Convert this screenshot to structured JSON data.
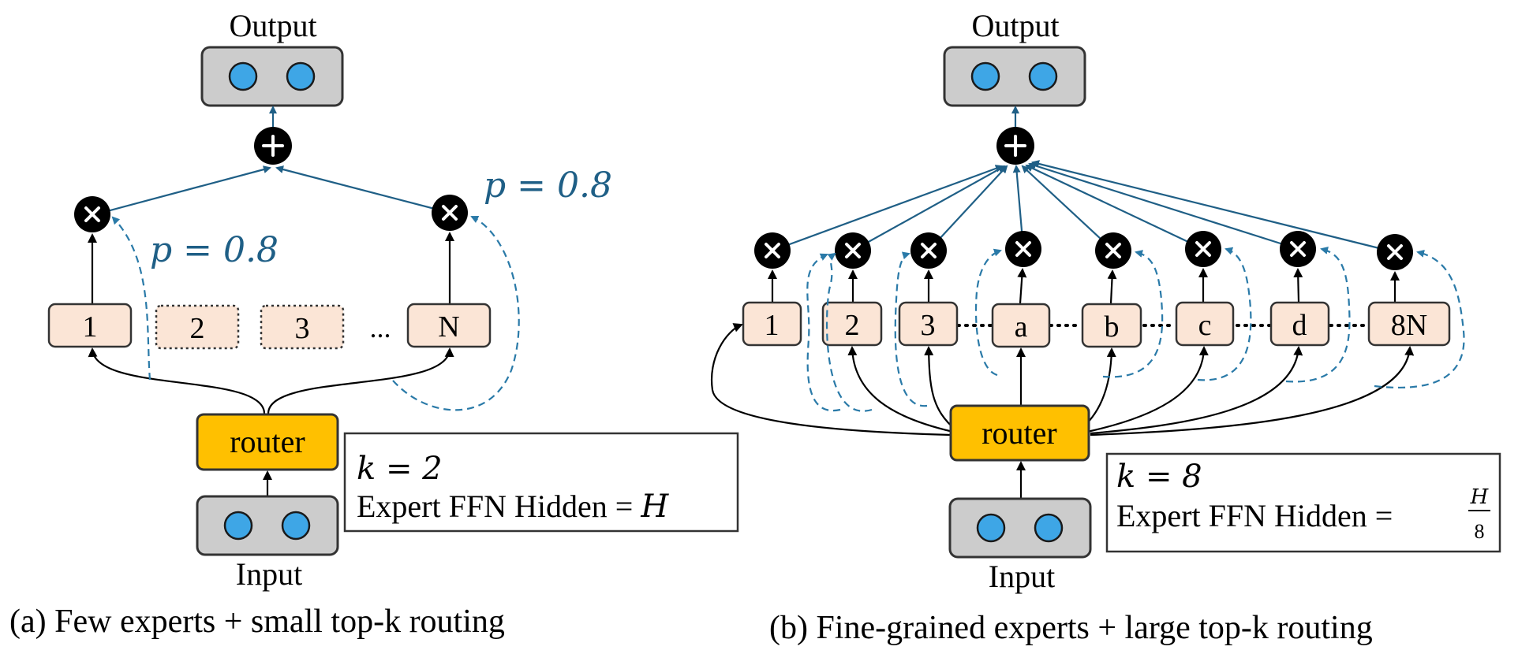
{
  "panel_a": {
    "output_label": "Output",
    "input_label": "Input",
    "router_label": "router",
    "experts": [
      "1",
      "2",
      "3",
      "N"
    ],
    "ellipsis": "...",
    "prob_left": "p = 0.8",
    "prob_right": "p = 0.8",
    "k_text": "k = 2",
    "hidden_prefix": "Expert FFN Hidden = ",
    "hidden_value": "H",
    "caption": "(a) Few experts + small top-k routing"
  },
  "panel_b": {
    "output_label": "Output",
    "input_label": "Input",
    "router_label": "router",
    "experts": [
      "1",
      "2",
      "3",
      "a",
      "b",
      "c",
      "d",
      "8N"
    ],
    "k_text": "k = 8",
    "hidden_prefix": "Expert FFN Hidden = ",
    "hidden_num": "H",
    "hidden_den": "8",
    "caption": "(b) Fine-grained experts + large top-k routing"
  },
  "colors": {
    "token": "#3ea6e6",
    "router": "#ffc000",
    "expert": "#fbe5d6",
    "io_box": "#cccccc",
    "flow_blue": "#1f5f86",
    "prob_text": "#1f5f86"
  }
}
